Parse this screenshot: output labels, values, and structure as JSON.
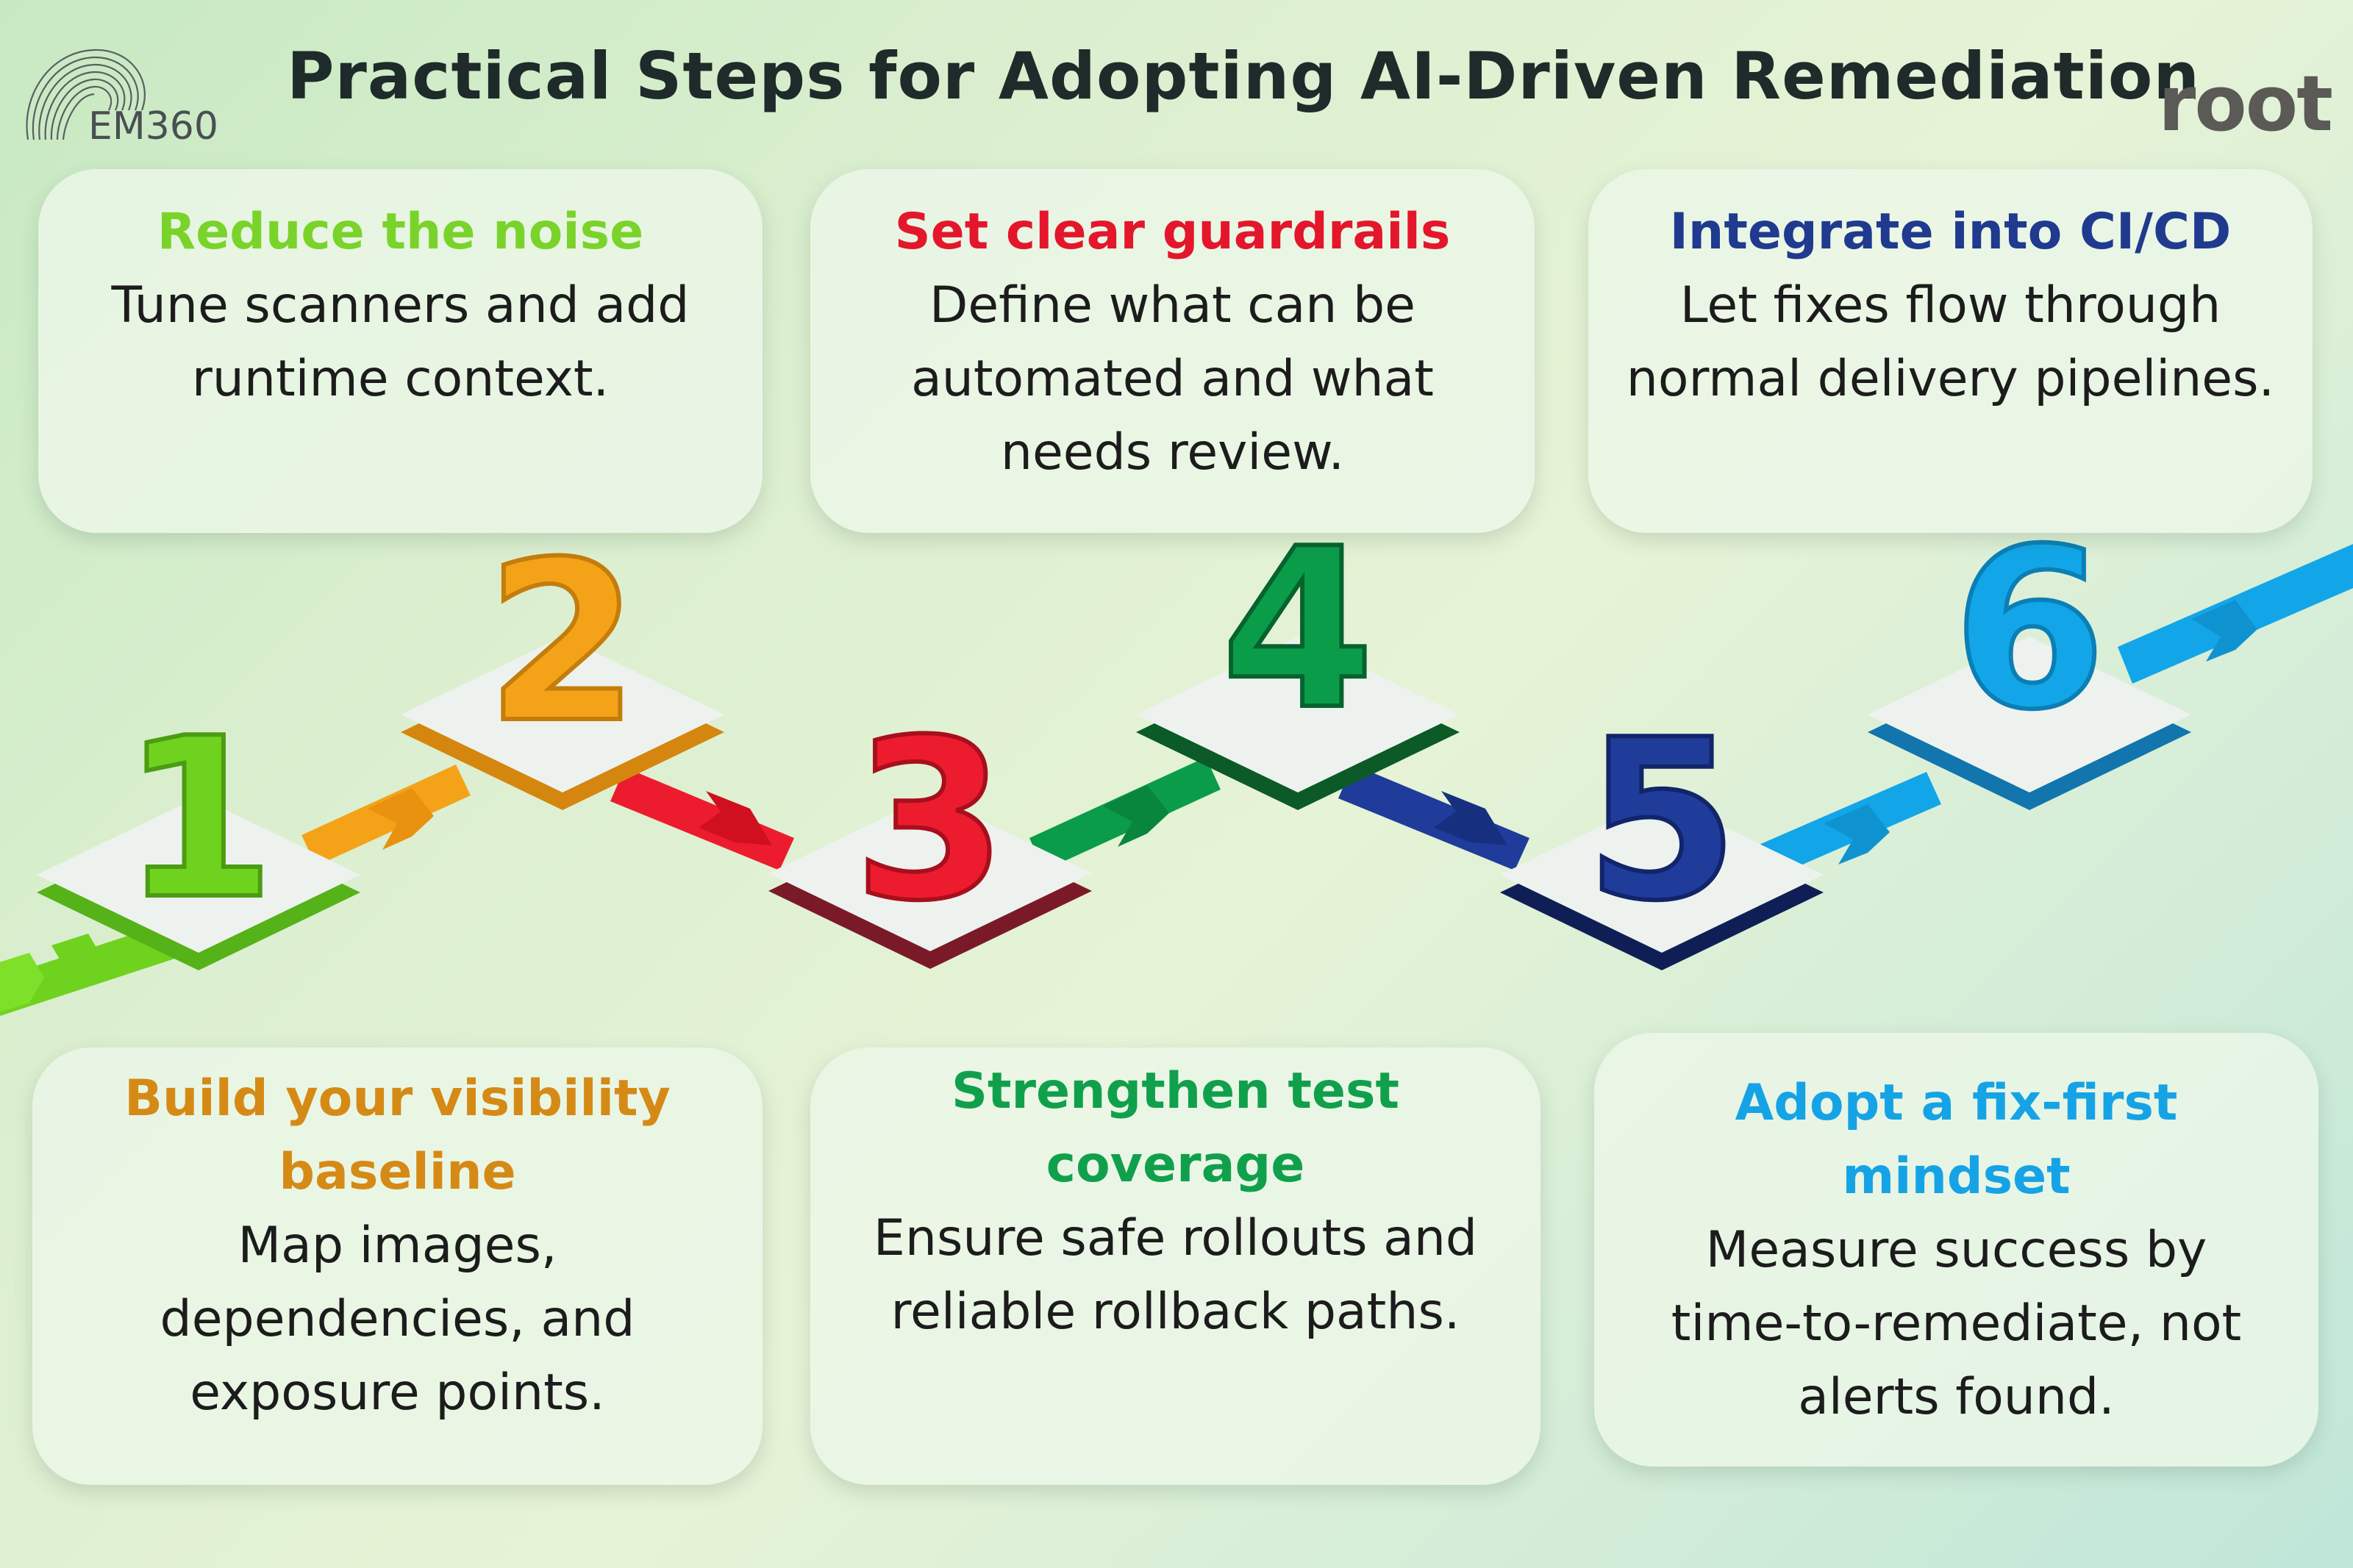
{
  "title": "Practical Steps for Adopting AI-Driven Remediation",
  "logos": {
    "left": "EM360",
    "right": "root"
  },
  "colors": {
    "step1": "#6fd21f",
    "step2": "#f4a319",
    "step3": "#ec1c2e",
    "step4": "#0b9c4a",
    "step5": "#1f3c9a",
    "step6": "#12a6e8",
    "card_title_1": "#d58a16",
    "card_title_2": "#7ad32a",
    "card_title_3": "#10a04c",
    "card_title_4": "#e4162b",
    "card_title_5": "#15a3e6",
    "card_title_6": "#1f3a8e"
  },
  "steps": [
    {
      "number": "1",
      "title": "Build your visibility baseline",
      "title_lines": [
        "Build your visibility",
        "baseline"
      ],
      "body_lines": [
        "Map images,",
        "dependencies, and",
        "exposure points."
      ]
    },
    {
      "number": "2",
      "title": "Reduce the noise",
      "title_lines": [
        "Reduce the noise"
      ],
      "body_lines": [
        "Tune scanners and add",
        "runtime context."
      ]
    },
    {
      "number": "3",
      "title": "Strengthen test coverage",
      "title_lines": [
        "Strengthen test",
        "coverage"
      ],
      "body_lines": [
        "Ensure safe rollouts and",
        "reliable rollback paths."
      ]
    },
    {
      "number": "4",
      "title": "Set clear guardrails",
      "title_lines": [
        "Set clear guardrails"
      ],
      "body_lines": [
        "Define what can be",
        "automated and what",
        "needs review."
      ]
    },
    {
      "number": "5",
      "title": "Adopt a fix-first mindset",
      "title_lines": [
        "Adopt a fix-first mindset"
      ],
      "body_lines": [
        "Measure success by",
        "time-to-remediate, not",
        "alerts found."
      ]
    },
    {
      "number": "6",
      "title": "Integrate into CI/CD",
      "title_lines": [
        "Integrate into CI/CD"
      ],
      "body_lines": [
        "Let fixes flow through",
        "normal delivery pipelines."
      ]
    }
  ]
}
